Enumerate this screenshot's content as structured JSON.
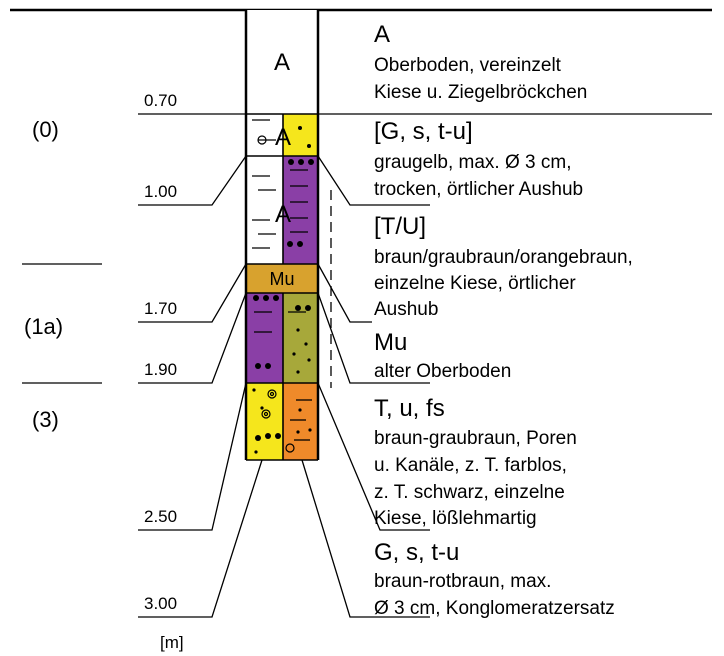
{
  "unit_label": "[m]",
  "depths": [
    "0.70",
    "1.00",
    "1.70",
    "1.90",
    "2.50",
    "3.00"
  ],
  "units": [
    "(0)",
    "(1a)",
    "(3)"
  ],
  "column_codes": [
    "A",
    "A",
    "A",
    "Mu"
  ],
  "descriptions": [
    {
      "title": "A",
      "lines": [
        "Oberboden, vereinzelt",
        "Kiese u. Ziegelbröckchen"
      ]
    },
    {
      "title": "[G, s, t-u]",
      "lines": [
        "graugelb, max. Ø 3 cm,",
        "trocken, örtlicher Aushub"
      ]
    },
    {
      "title": "[T/U]",
      "lines": [
        "braun/graubraun/orangebraun,",
        "einzelne Kiese, örtlicher",
        "Aushub"
      ]
    },
    {
      "title": "Mu",
      "lines": [
        "alter Oberboden"
      ]
    },
    {
      "title": "T, u, fs",
      "lines": [
        "braun-graubraun, Poren",
        "u. Kanäle, z. T. farblos,",
        "z. T. schwarz, einzelne",
        "Kiese, lößlehmartig"
      ]
    },
    {
      "title": "G, s, t-u",
      "lines": [
        "braun-rotbraun, max.",
        "Ø 3 cm, Konglomeratzersatz"
      ]
    }
  ],
  "colors": {
    "yellow": "#f5e61c",
    "purple": "#8a3fa6",
    "ochre": "#d8a22e",
    "olive": "#a7a83a",
    "orange": "#ef8a2a",
    "white": "#ffffff",
    "line": "#000000"
  }
}
